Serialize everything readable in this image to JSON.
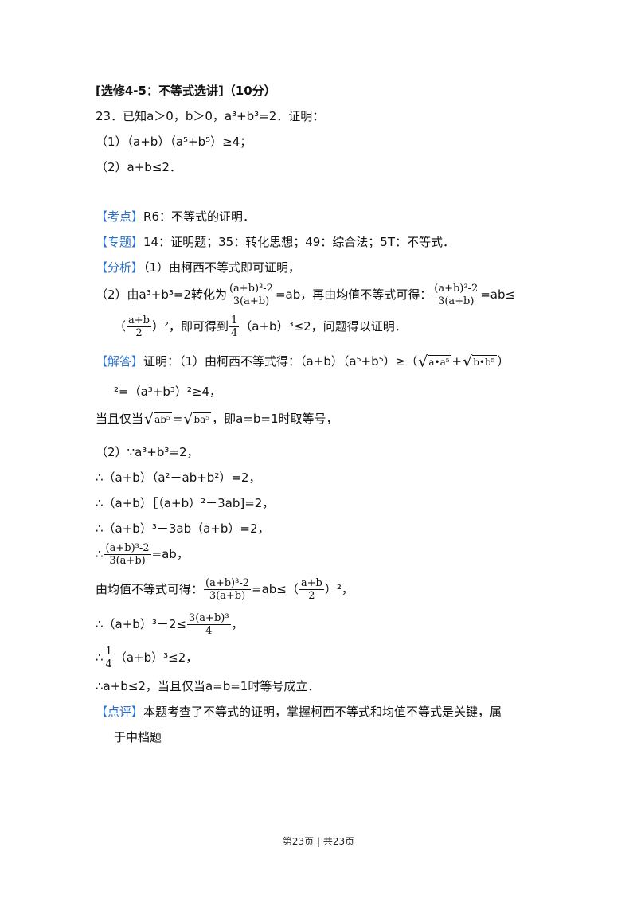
{
  "section_header": "[选修4-5：不等式选讲]（10分）",
  "problem": {
    "statement": "23．已知a＞0，b＞0，a³+b³=2．证明：",
    "part1": "（1）（a+b）（a⁵+b⁵）≥4；",
    "part2": "（2）a+b≤2．"
  },
  "kaodian": {
    "tag": "【考点】",
    "text": "R6：不等式的证明．"
  },
  "zhuanti": {
    "tag": "【专题】",
    "text": "14：证明题；35：转化思想；49：综合法；5T：不等式．"
  },
  "fenxi": {
    "tag": "【分析】",
    "line1": "（1）由柯西不等式即可证明，",
    "line2_a": "（2）由a³+b³=2转化为",
    "line2_b": "=ab，再由均值不等式可得：",
    "line2_c": "=ab≤",
    "line3_a": "（",
    "line3_b": "）²，即可得到",
    "line3_c": "（a+b）³≤2，问题得以证明．"
  },
  "math": {
    "frac_num": "(a+b)³-2",
    "frac_den": "3(a+b)",
    "half_num": "a+b",
    "half_den": "2",
    "quarter_num": "1",
    "quarter_den": "4",
    "big_num": "3(a+b)³",
    "big_den": "4",
    "sqrt_aa5": "a•a⁵",
    "sqrt_bb5": "b•b⁵",
    "sqrt_ab5": "ab⁵",
    "sqrt_ba5": "ba⁵"
  },
  "jieda": {
    "tag": "【解答】",
    "line1_a": "证明：（1）由柯西不等式得：（a+b）（a⁵+b⁵）≥（",
    "line1_b": "+",
    "line1_c": "）",
    "line2": "²=（a³+b³）²≥4，",
    "line3_a": "当且仅当",
    "line3_b": "=",
    "line3_c": "，即a=b=1时取等号，",
    "line4": "（2）∵a³+b³=2，",
    "line5": "∴（a+b）（a²－ab+b²）=2，",
    "line6": "∴（a+b）［（a+b）²－3ab]=2，",
    "line7": "∴（a+b）³－3ab（a+b）=2，",
    "line8_a": "∴",
    "line8_b": "=ab，",
    "line9_a": "由均值不等式可得：",
    "line9_b": "=ab≤（",
    "line9_c": "）²，",
    "line10_a": "∴（a+b）³－2≤",
    "line10_b": "，",
    "line11_a": "∴",
    "line11_b": "（a+b）³≤2，",
    "line12": "∴a+b≤2，当且仅当a=b=1时等号成立．"
  },
  "dianping": {
    "tag": "【点评】",
    "line1": "本题考查了不等式的证明，掌握柯西不等式和均值不等式是关键，属",
    "line2": "于中档题"
  },
  "footer": "第23页 | 共23页"
}
